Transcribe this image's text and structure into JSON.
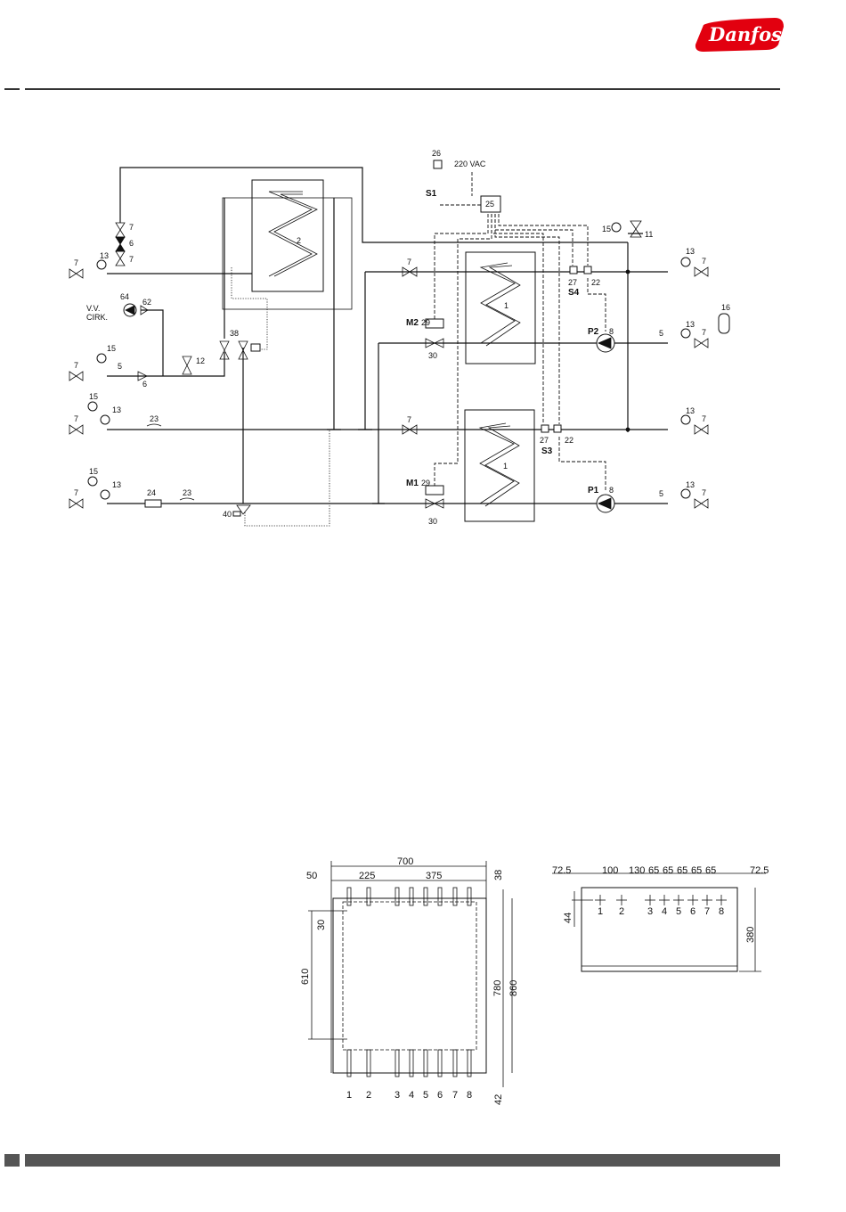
{
  "brand": {
    "logo_text": "Danfoss",
    "logo_color": "#E2000F"
  },
  "footer": {
    "bar_color": "#555555"
  },
  "schematic": {
    "supply_text": "220 VAC",
    "controller": {
      "tag": "S1",
      "number": "25"
    },
    "item_26": "26",
    "pumps": [
      {
        "tag": "P2",
        "number": "8"
      },
      {
        "tag": "P1",
        "number": "8"
      }
    ],
    "motor_valves": [
      {
        "tag": "M2",
        "actuator": "29",
        "valve": "30"
      },
      {
        "tag": "M1",
        "actuator": "29",
        "valve": "30"
      }
    ],
    "sensors": [
      {
        "tag": "S4",
        "left": "27",
        "right": "22"
      },
      {
        "tag": "S3",
        "left": "27",
        "right": "22"
      }
    ],
    "exchangers": [
      "2",
      "1",
      "1"
    ],
    "circulation_label": [
      "V.V.",
      "CIRK."
    ],
    "circulation_pump": "64",
    "circulation_check": "62",
    "mixing_valve": "38",
    "item_40": "40",
    "item_11": "11",
    "item_12": "12",
    "item_16": "16",
    "item_24": "24",
    "item_23": "23",
    "item_5": "5",
    "item_6": "6",
    "item_7": "7",
    "item_13": "13",
    "item_15": "15"
  },
  "front_view": {
    "top_dims": {
      "total": "700",
      "left": "50",
      "pitch_a": "225",
      "pitch_b": "375"
    },
    "side_dims": {
      "top_offset": "38",
      "mount_offset": "30",
      "mount_height": "610",
      "inner_height": "780",
      "total_height": "860",
      "bottom_offset": "42"
    },
    "connections": [
      "1",
      "2",
      "3",
      "4",
      "5",
      "6",
      "7",
      "8"
    ]
  },
  "top_view": {
    "top_dims": [
      "72.5",
      "100",
      "130",
      "65",
      "65",
      "65",
      "65",
      "65",
      "72.5"
    ],
    "side_dims": {
      "depth_offset": "44",
      "depth": "380"
    },
    "connections": [
      "1",
      "2",
      "3",
      "4",
      "5",
      "6",
      "7",
      "8"
    ]
  }
}
